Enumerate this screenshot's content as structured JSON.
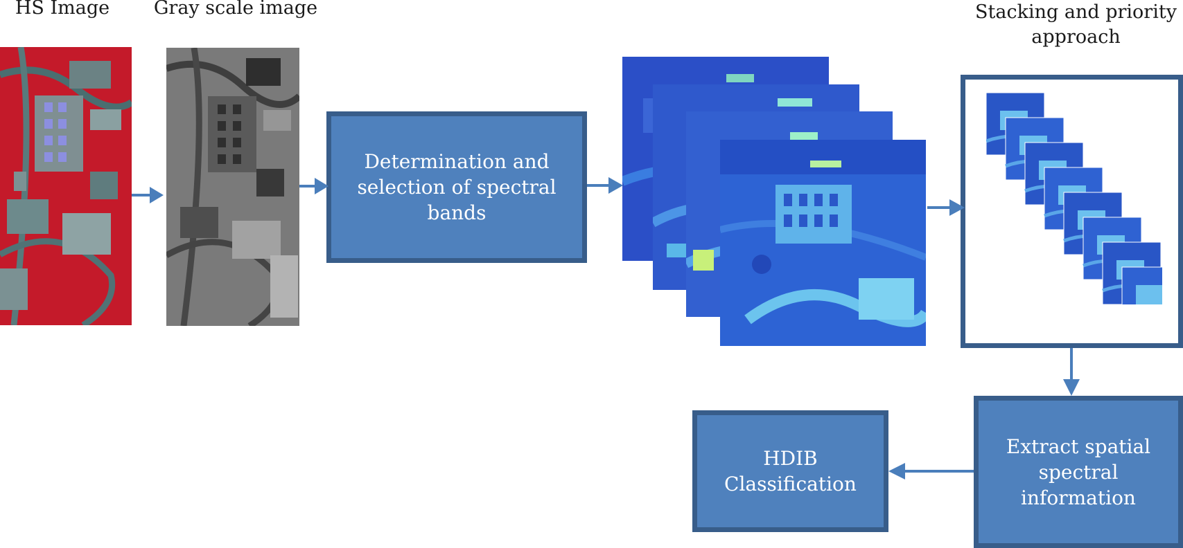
{
  "captions": {
    "hs_image": "HS Image",
    "gray_image": "Gray scale image",
    "stacking_line1": "Stacking and priority",
    "stacking_line2": "approach"
  },
  "boxes": {
    "band_selection": [
      "Determination and",
      "selection of spectral",
      "bands"
    ],
    "extract_info": [
      "Extract spatial",
      "spectral",
      "information"
    ],
    "classification": [
      "HDIB",
      "Classification"
    ]
  },
  "colors": {
    "box_fill": "#4f81bd",
    "box_border": "#385d8a",
    "arrow": "#4a7ebb",
    "false_color_red": "#d9232f",
    "band_blue": "#2f56c8"
  }
}
